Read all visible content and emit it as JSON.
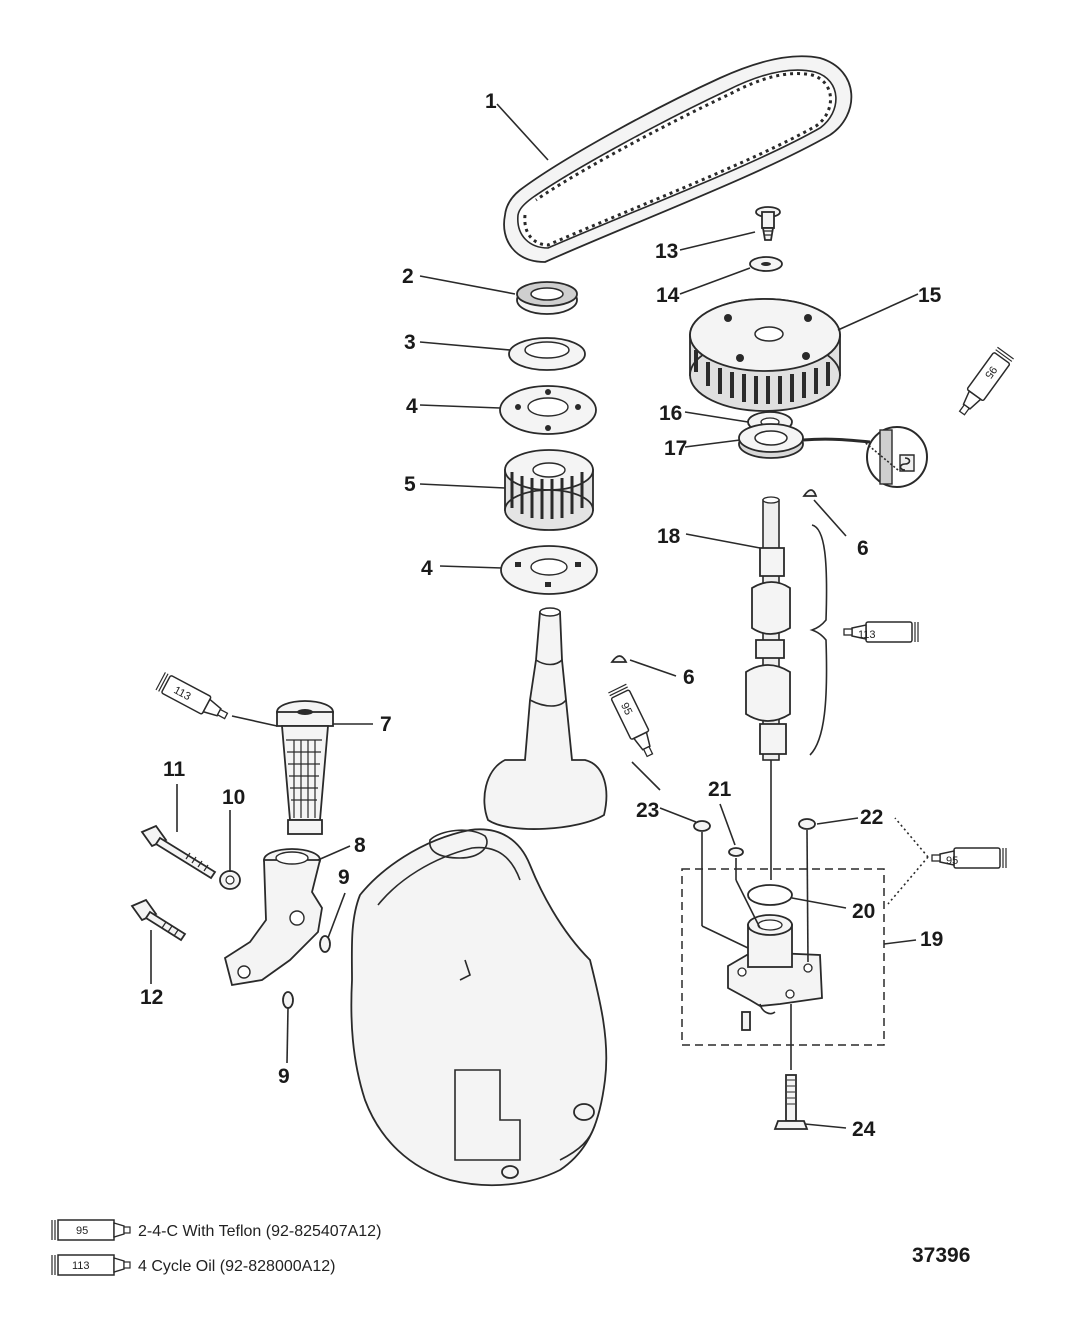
{
  "callouts": [
    "1",
    "2",
    "3",
    "4",
    "5",
    "4",
    "13",
    "14",
    "15",
    "16",
    "17",
    "6",
    "18",
    "6",
    "7",
    "11",
    "10",
    "8",
    "9",
    "12",
    "9",
    "21",
    "23",
    "22",
    "20",
    "19",
    "24"
  ],
  "tubes": {
    "a": "95",
    "b": "113",
    "c": "113",
    "d": "95",
    "e": "95"
  },
  "legend": [
    {
      "code": "95",
      "text": "2-4-C  With Teflon (92-825407A12)"
    },
    {
      "code": "113",
      "text": "4 Cycle Oil (92-828000A12)"
    }
  ],
  "figure_number": "37396"
}
